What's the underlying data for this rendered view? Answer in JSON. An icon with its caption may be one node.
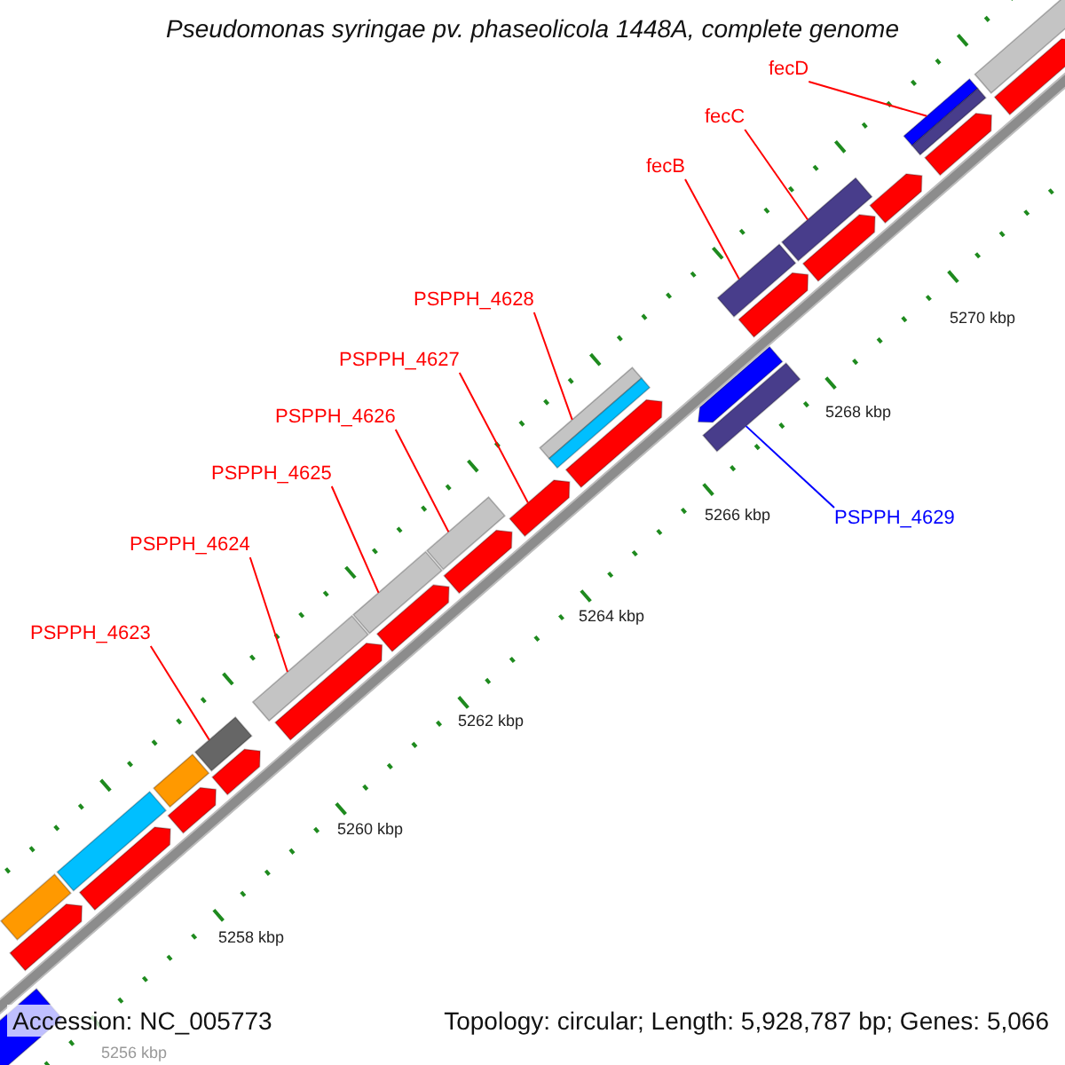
{
  "diagram": {
    "title": "Pseudomonas syringae pv. phaseolicola 1448A, complete genome",
    "nodes": [
      {
        "text": [
          "fecD"
        ]
      },
      {
        "text": [],
        "shape": "bar"
      },
      {
        "text": [
          "fecC"
        ]
      },
      {
        "text": [],
        "shape": "bar"
      },
      {
        "text": [
          "fecB"
        ]
      },
      {
        "text": [],
        "shape": "bar"
      },
      {
        "text": [
          "PSPPH_4628"
        ]
      },
      {
        "text": [],
        "shape": "bar"
      },
      {
        "text": [
          "PSPPH_4627"
        ]
      },
      {
        "text": [],
        "shape": "pentagon"
      },
      {
        "text": [
          "PSPPH_4626"
        ]
      },
      {
        "text": [],
        "shape": "bar"
      },
      {
        "text": [
          "PSPPH_4625"
        ]
      },
      {
        "text": [],
        "shape": "bar"
      },
      {
        "text": [
          "PSPPH_4629"
        ]
      },
      {
        "text": [],
        "shape": "bar"
      },
      {
        "text": [
          "PSPPH_4624"
        ]
      },
      {
        "text": [],
        "shape": "bar"
      },
      {
        "text": [
          "PSPPH_4623"
        ]
      },
      {
        "text": [],
        "shape": "bar"
      },
      {
        "text": [],
        "shape": "pentagon"
      },
      {
        "text": [],
        "shape": "bar"
      },
      {
        "text": [],
        "shape": "pentagon"
      },
      {
        "text": [],
        "shape": "bar"
      },
      {
        "text": [],
        "shape": "pentagon"
      },
      {
        "text": [],
        "shape": "pentagon"
      },
      {
        "text": [],
        "shape": "bar"
      },
      {
        "text": [],
        "shape": "pentagon"
      },
      {
        "text": [],
        "shape": "pentagon"
      },
      {
        "text": [],
        "shape": "pentagon"
      },
      {
        "text": [],
        "shape": "pentagon"
      },
      {
        "text": [],
        "shape": "pentagon"
      },
      {
        "text": [],
        "shape": "pentagon"
      },
      {
        "text": [],
        "shape": "pentagon"
      },
      {
        "text": [],
        "shape": "pentagon"
      },
      {
        "text": [],
        "shape": "pentagon"
      },
      {
        "text": [],
        "shape": "pentagon"
      },
      {
        "text": [],
        "shape": "pentagon"
      },
      {
        "text": [],
        "shape": "bar"
      }
    ],
    "edges": [
      {
        "from": 0,
        "to": 1,
        "arrow": "none"
      },
      {
        "from": 2,
        "to": 3,
        "arrow": "none"
      },
      {
        "from": 4,
        "to": 5,
        "arrow": "none"
      },
      {
        "from": 6,
        "to": 7,
        "arrow": "none"
      },
      {
        "from": 8,
        "to": 9,
        "arrow": "none"
      },
      {
        "from": 10,
        "to": 11,
        "arrow": "none"
      },
      {
        "from": 12,
        "to": 13,
        "arrow": "none"
      },
      {
        "from": 14,
        "to": 15,
        "arrow": "none",
        "color": "#0000ff"
      },
      {
        "from": 16,
        "to": 17,
        "arrow": "none"
      },
      {
        "from": 18,
        "to": 19,
        "arrow": "none"
      }
    ],
    "labels": [
      "5270 kbp",
      "5268 kbp",
      "5266 kbp",
      "5264 kbp",
      "5262 kbp",
      "5260 kbp",
      "5258 kbp",
      "5256 kbp",
      "Accession: NC_005773",
      "Topology: circular; Length: 5,928,787 bp; Genes: 5,066"
    ]
  }
}
